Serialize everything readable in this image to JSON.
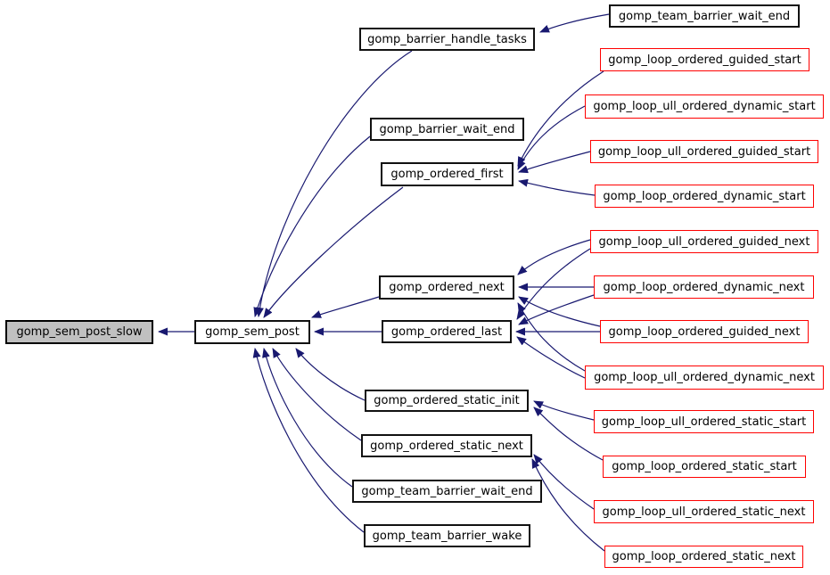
{
  "diagram": {
    "kind": "caller-graph",
    "colors": {
      "edge": "#191970",
      "node_border": "#111111",
      "external_node_border": "#ff0000",
      "current_node_fill": "#c0c0c0",
      "node_fill": "#ffffff",
      "background": "#ffffff"
    },
    "nodes": [
      {
        "label": "gomp_sem_post_slow",
        "kind": "current"
      },
      {
        "label": "gomp_sem_post",
        "kind": "internal"
      },
      {
        "label": "gomp_barrier_handle_tasks",
        "kind": "internal"
      },
      {
        "label": "gomp_barrier_wait_end",
        "kind": "internal"
      },
      {
        "label": "gomp_ordered_first",
        "kind": "internal"
      },
      {
        "label": "gomp_ordered_next",
        "kind": "internal"
      },
      {
        "label": "gomp_ordered_last",
        "kind": "internal"
      },
      {
        "label": "gomp_ordered_static_init",
        "kind": "internal"
      },
      {
        "label": "gomp_ordered_static_next",
        "kind": "internal"
      },
      {
        "label": "gomp_team_barrier_wait_end",
        "kind": "internal"
      },
      {
        "label": "gomp_team_barrier_wake",
        "kind": "internal"
      },
      {
        "label": "gomp_team_barrier_wait_end",
        "kind": "internal"
      },
      {
        "label": "gomp_loop_ordered_guided_start",
        "kind": "external"
      },
      {
        "label": "gomp_loop_ull_ordered_dynamic_start",
        "kind": "external"
      },
      {
        "label": "gomp_loop_ull_ordered_guided_start",
        "kind": "external"
      },
      {
        "label": "gomp_loop_ordered_dynamic_start",
        "kind": "external"
      },
      {
        "label": "gomp_loop_ull_ordered_guided_next",
        "kind": "external"
      },
      {
        "label": "gomp_loop_ordered_dynamic_next",
        "kind": "external"
      },
      {
        "label": "gomp_loop_ordered_guided_next",
        "kind": "external"
      },
      {
        "label": "gomp_loop_ull_ordered_dynamic_next",
        "kind": "external"
      },
      {
        "label": "gomp_loop_ull_ordered_static_start",
        "kind": "external"
      },
      {
        "label": "gomp_loop_ordered_static_start",
        "kind": "external"
      },
      {
        "label": "gomp_loop_ull_ordered_static_next",
        "kind": "external"
      },
      {
        "label": "gomp_loop_ordered_static_next",
        "kind": "external"
      }
    ],
    "edges": [
      {
        "from": "gomp_sem_post",
        "to": "gomp_sem_post_slow"
      },
      {
        "from": "gomp_barrier_handle_tasks",
        "to": "gomp_sem_post"
      },
      {
        "from": "gomp_barrier_wait_end",
        "to": "gomp_sem_post"
      },
      {
        "from": "gomp_ordered_first",
        "to": "gomp_sem_post"
      },
      {
        "from": "gomp_ordered_next",
        "to": "gomp_sem_post"
      },
      {
        "from": "gomp_ordered_last",
        "to": "gomp_sem_post"
      },
      {
        "from": "gomp_ordered_static_init",
        "to": "gomp_sem_post"
      },
      {
        "from": "gomp_ordered_static_next",
        "to": "gomp_sem_post"
      },
      {
        "from": "gomp_team_barrier_wait_end",
        "to": "gomp_sem_post"
      },
      {
        "from": "gomp_team_barrier_wake",
        "to": "gomp_sem_post"
      },
      {
        "from": "gomp_team_barrier_wait_end",
        "to": "gomp_barrier_handle_tasks"
      },
      {
        "from": "gomp_loop_ordered_guided_start",
        "to": "gomp_ordered_first"
      },
      {
        "from": "gomp_loop_ull_ordered_dynamic_start",
        "to": "gomp_ordered_first"
      },
      {
        "from": "gomp_loop_ull_ordered_guided_start",
        "to": "gomp_ordered_first"
      },
      {
        "from": "gomp_loop_ordered_dynamic_start",
        "to": "gomp_ordered_first"
      },
      {
        "from": "gomp_loop_ull_ordered_guided_next",
        "to": "gomp_ordered_next"
      },
      {
        "from": "gomp_loop_ull_ordered_guided_next",
        "to": "gomp_ordered_last"
      },
      {
        "from": "gomp_loop_ordered_dynamic_next",
        "to": "gomp_ordered_next"
      },
      {
        "from": "gomp_loop_ordered_dynamic_next",
        "to": "gomp_ordered_last"
      },
      {
        "from": "gomp_loop_ordered_guided_next",
        "to": "gomp_ordered_next"
      },
      {
        "from": "gomp_loop_ordered_guided_next",
        "to": "gomp_ordered_last"
      },
      {
        "from": "gomp_loop_ull_ordered_dynamic_next",
        "to": "gomp_ordered_next"
      },
      {
        "from": "gomp_loop_ull_ordered_dynamic_next",
        "to": "gomp_ordered_last"
      },
      {
        "from": "gomp_loop_ull_ordered_static_start",
        "to": "gomp_ordered_static_init"
      },
      {
        "from": "gomp_loop_ordered_static_start",
        "to": "gomp_ordered_static_init"
      },
      {
        "from": "gomp_loop_ull_ordered_static_next",
        "to": "gomp_ordered_static_next"
      },
      {
        "from": "gomp_loop_ordered_static_next",
        "to": "gomp_ordered_static_next"
      }
    ]
  }
}
